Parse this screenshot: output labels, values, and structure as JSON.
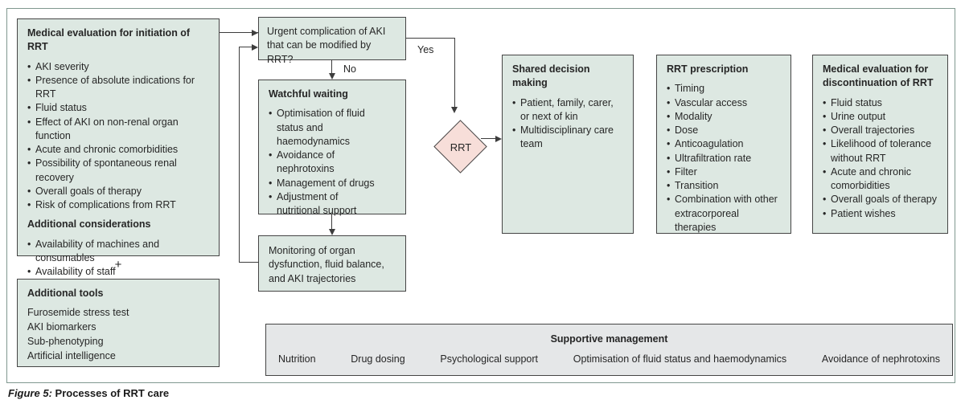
{
  "caption": {
    "label": "Figure 5:",
    "text": "Processes of RRT care"
  },
  "connectors": {
    "yes_label": "Yes",
    "no_label": "No",
    "plus_sign": "+"
  },
  "initiation": {
    "title": "Medical evaluation for initiation of RRT",
    "bullets": [
      "AKI severity",
      "Presence of absolute indications for RRT",
      "Fluid status",
      "Effect of AKI on non-renal organ function",
      "Acute and chronic comorbidities",
      "Possibility of spontaneous renal recovery",
      "Overall goals of therapy",
      "Risk of complications from RRT"
    ],
    "subtitle": "Additional considerations",
    "sub_bullets": [
      "Availability of machines and consumables",
      "Availability of staff"
    ]
  },
  "additional_tools": {
    "title": "Additional tools",
    "items": [
      "Furosemide stress test",
      "AKI biomarkers",
      "Sub-phenotyping",
      "Artificial intelligence"
    ]
  },
  "urgent_question": {
    "text": "Urgent complication of AKI that can be modified by RRT?"
  },
  "watchful_waiting": {
    "title": "Watchful waiting",
    "bullets": [
      "Optimisation of fluid status and haemodynamics",
      "Avoidance of nephrotoxins",
      "Management of drugs",
      "Adjustment of nutritional support"
    ]
  },
  "monitoring": {
    "text": "Monitoring of organ dysfunction, fluid balance, and AKI trajectories"
  },
  "rrt_decision": {
    "label": "RRT"
  },
  "shared_decision": {
    "title": "Shared decision making",
    "bullets": [
      "Patient, family, carer, or next of kin",
      "Multidisciplinary care team"
    ]
  },
  "rrt_prescription": {
    "title": "RRT prescription",
    "bullets": [
      "Timing",
      "Vascular access",
      "Modality",
      "Dose",
      "Anticoagulation",
      "Ultrafiltration rate",
      "Filter",
      "Transition",
      "Combination with other extracorporeal therapies"
    ]
  },
  "discontinuation": {
    "title": "Medical evaluation for discontinuation of RRT",
    "bullets": [
      "Fluid status",
      "Urine output",
      "Overall trajectories",
      "Likelihood of tolerance without RRT",
      "Acute and chronic comorbidities",
      "Overall goals of therapy",
      "Patient wishes"
    ]
  },
  "supportive": {
    "title": "Supportive management",
    "items": [
      "Nutrition",
      "Drug dosing",
      "Psychological support",
      "Optimisation of fluid status and haemodynamics",
      "Avoidance of nephrotoxins"
    ]
  },
  "colors": {
    "box_fill_green": "#dde8e2",
    "diamond_fill_pink": "#f7ded9",
    "supportive_fill_gray": "#e5e7e8",
    "box_border": "#454545",
    "frame_border": "#80988f",
    "text": "#262626"
  }
}
